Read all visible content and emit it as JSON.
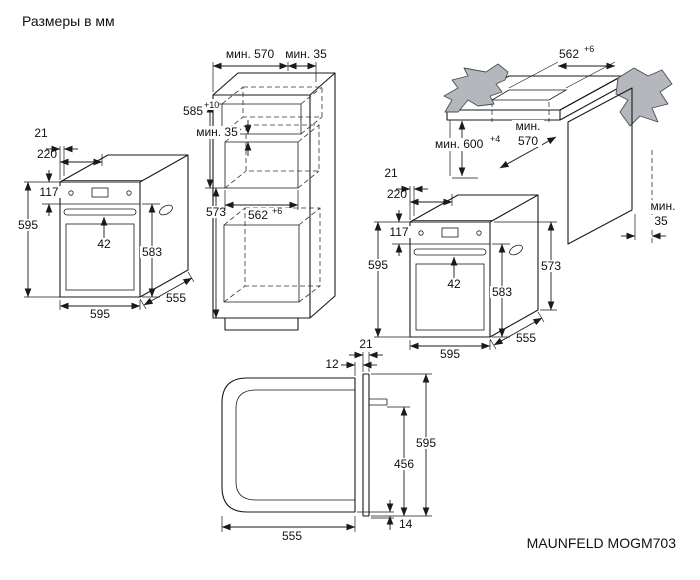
{
  "title": "Размеры в мм",
  "model": "MAUNFELD MOGM703",
  "cabinet": {
    "depth_min": "мин. 570",
    "rear_gap_min": "мин. 35",
    "niche_height": "585",
    "niche_height_tol": "+10",
    "vent_gap_min": "мин. 35",
    "front_height": "573",
    "niche_width": "562",
    "niche_width_tol": "+6"
  },
  "oven": {
    "panel_depth": "21",
    "panel_offset": "220",
    "top_height": "117",
    "height": "595",
    "handle_depth": "42",
    "body_height": "583",
    "width": "595",
    "depth": "555",
    "front_height": "573"
  },
  "counter": {
    "niche_width": "562",
    "niche_width_tol": "+6",
    "niche_height_min": "мин. 600",
    "niche_height_tol": "+4",
    "depth_min_word": "мин.",
    "depth_min_value": "570",
    "rear_gap_word": "мин.",
    "rear_gap_value": "35"
  },
  "side_view": {
    "door_thickness": "21",
    "front_gap": "12",
    "height": "595",
    "inner_height": "456",
    "depth": "555",
    "bottom_gap": "14"
  },
  "colors": {
    "line": "#1a1a1a",
    "torn_fill": "#b4b8bc"
  }
}
